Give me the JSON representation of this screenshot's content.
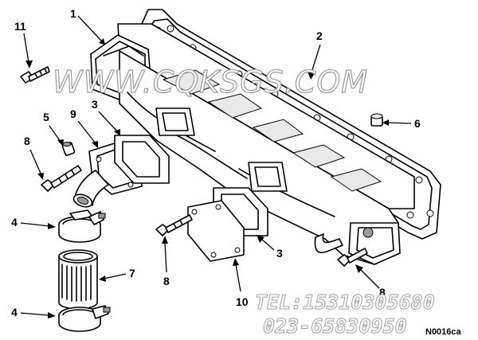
{
  "watermark": {
    "text": "WWW.CQKSGS.COM"
  },
  "contact": {
    "tel": "TEL:15310305680",
    "phone": "023-65830950"
  },
  "figure_code": "N0016ca",
  "callouts": {
    "c1": "1",
    "c2": "2",
    "c3a": "3",
    "c3b": "3",
    "c4a": "4",
    "c4b": "4",
    "c5": "5",
    "c6": "6",
    "c7": "7",
    "c8a": "8",
    "c8b": "8",
    "c9": "9",
    "c10": "10",
    "c11": "11",
    "c8c": "8"
  }
}
